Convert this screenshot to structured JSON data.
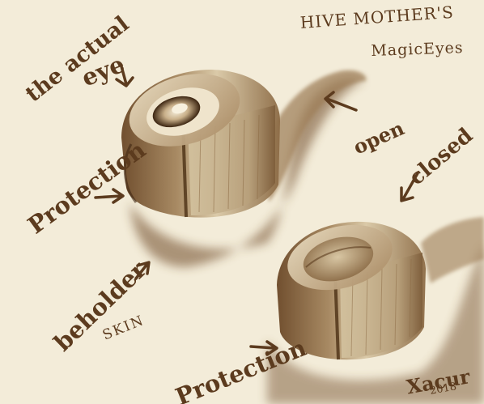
{
  "title": {
    "line1": "HIVE MOTHER'S",
    "line2": "MagicEyes"
  },
  "labels": {
    "the_actual": "the actual",
    "eye": "eye",
    "protection_top": "Protection",
    "open": "open",
    "closed": "closed",
    "beholder": "beholder",
    "skin": "SKIN",
    "protection_bottom": "Protection"
  },
  "signature": {
    "name": "Xacur",
    "year": "2018"
  },
  "colors": {
    "paper": "#f3ecd9",
    "ink": "#5c3b1e",
    "shade": "#6e4a28"
  }
}
